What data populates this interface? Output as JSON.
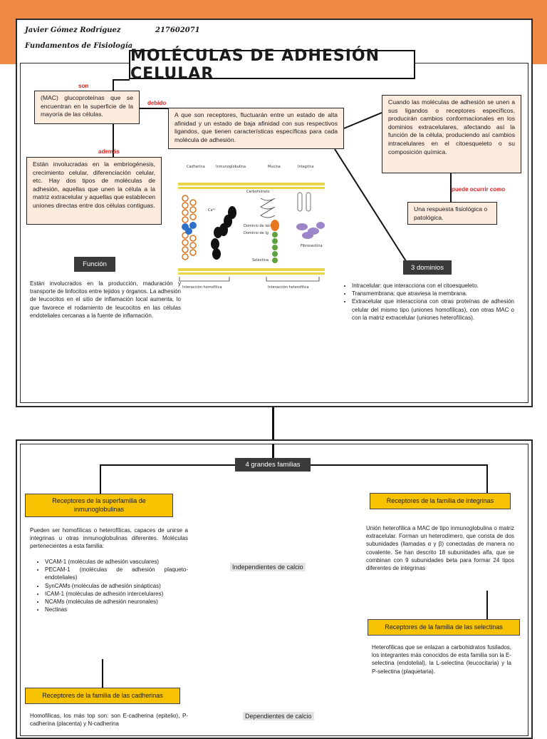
{
  "header": {
    "author": "Javier Gómez Rodríguez",
    "student_id": "217602071",
    "course": "Fundamentos de Fisiología",
    "title": "MOLÉCULAS DE ADHESIÓN CELULAR"
  },
  "colors": {
    "band": "#ee8a45",
    "pink_box": "#fdebdd",
    "yellow_box": "#f7c300",
    "red_label": "#e0201f",
    "dark_box": "#3a3a3a"
  },
  "top": {
    "label_son": "son",
    "box_mac": "(MAC) glucoproteínas que se encuentran en la superficie de la mayoría de las células.",
    "label_debido": "debido",
    "box_receptores": "A que son receptores, fluctuarán entre un estado de alta afinidad y un estado de baja afinidad con sus respectivos ligandos, que tienen características específicas para cada molécula de adhesión.",
    "label_ademas": "además",
    "box_embriogenesis": "Están involucradas en la embriogénesis, crecimiento celular, diferenciación celular, etc. Hay dos tipos de moléculas de adhesión, aquellas que unen la célula a la matriz extracelular y aquellas que establecen uniones directas entre dos células contiguas.",
    "box_ligandos": "Cuando las moléculas de adhesión se unen a sus ligandos o receptores específicos, producirán cambios conformacionales en los dominios extracelulares, afectando así la función de la célula, produciendo así cambios intracelulares en el citoesqueleto o su composición química.",
    "label_puede": "puede ocurrir como",
    "box_respuesta": "Una respuesta fisiológica o patológica.",
    "funcion_label": "Función",
    "funcion_text": "Están involucrados en la producción, maduración y transporte de linfocitos entre tejidos y órganos. La adhesión de leucocitos en el sitio de inflamación local aumenta, lo que favorece el rodamiento de leucocitos en las células endoteliales cercanas a la fuente de inflamación.",
    "dominios_label": "3 dominios",
    "dominios": [
      "Intracelular: que interacciona con el citoesqueleto.",
      "Transmembrana: que atraviesa la membrana.",
      "Extracelular que interacciona con otras proteínas de adhesión celular del mismo tipo (uniones homofílicas), con otras MAC o con la matriz extracelular (uniones heterofílicas)."
    ]
  },
  "figure": {
    "cadherina": "Cadherina",
    "inmunoglobulina": "Inmunoglobulina",
    "mucina": "Mucina",
    "integrina": "Integrina",
    "carbohidrato": "Carbohidrato",
    "ca": "Ca²⁺",
    "dominio_lectina": "Dominio de lectina",
    "dominio_igg": "Dominio de Ig",
    "selectina": "Selectina",
    "fibronectina": "Fibronectina",
    "homo": "Interacción homofílica",
    "hetero": "Interacción heterofílica"
  },
  "bottom": {
    "familias_label": "4 grandes familias",
    "inmuno_title": "Receptores de la superfamilia de inmunoglobulinas",
    "inmuno_text": "Pueden ser homofílicas o heterofílicas, capaces de unirse a integrinas u otras inmunoglobulinas diferentes. Moléculas pertenecientes a esta familia:",
    "inmuno_list": [
      "VCAM-1 (moléculas de adhesión vasculares)",
      "PECAM-1 (moléculas de adhesión plaqueto-endoteliales)",
      "SynCAMs (moléculas de adhesión sinápticas)",
      "ICAM-1 (moléculas de adhesión intercelulares)",
      "NCAMs (moléculas de adhesión neuronales)",
      "Nectinas"
    ],
    "independientes": "Independientes de calcio",
    "dependientes": "Dependientes de calcio",
    "integrinas_title": "Receptores de la familia de integrinas",
    "integrinas_text": "Unión heterofílica a MAC de tipo inmunoglobulina o matriz extracelular. Forman un heterodímero, que consta de dos subunidades (llamadas α y β) conectadas de manera no covalente. Se han descrito 18 subunidades alfa, que se combinan con 9 subunidades beta para formar 24 tipos diferentes de integrinas",
    "selectinas_title": "Receptores de la familia de las selectinas",
    "selectinas_text": "Heterofílicas que se enlazan a carbohidratos fusilados, los integrantes más conocidos de esta familia son la E-selectina (endotelial), la L-selectina (leucocitaria) y la P-selectina (plaquetaria).",
    "cadherinas_title": "Receptores de la familia de las cadherinas",
    "cadherinas_text": "Homofílicas, los más top son: son E-cadherina (epitelio), P-cadherina (placenta) y N-cadherina"
  }
}
